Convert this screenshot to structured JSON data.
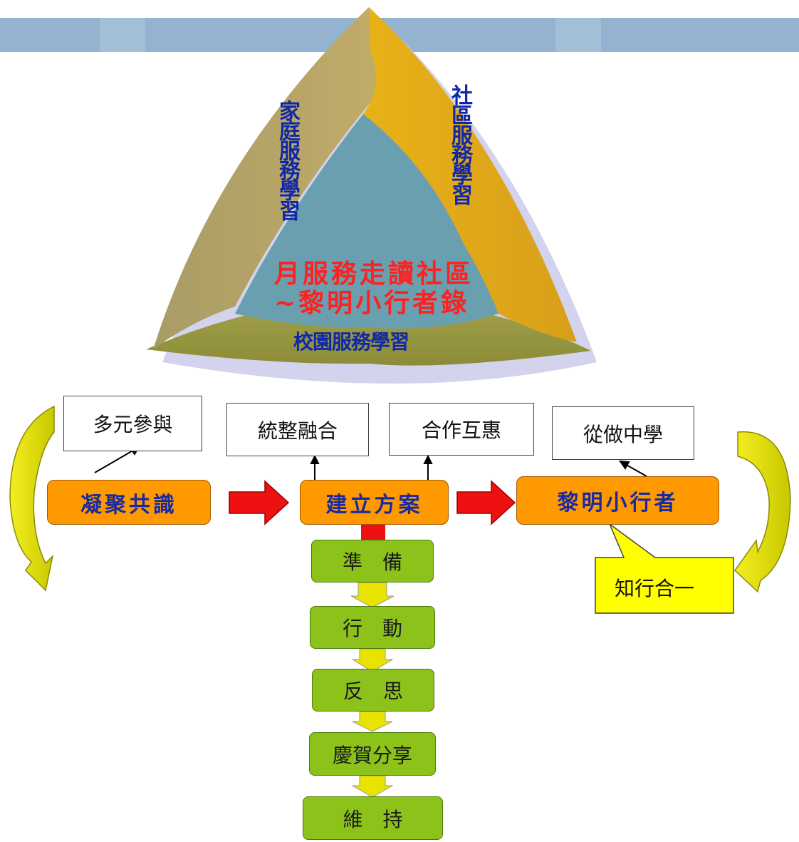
{
  "pyramid": {
    "left_face": "家庭服務學習",
    "right_face": "社區服務學習",
    "center_line1": "月服務走讀社區",
    "center_line2": "~黎明小行者錄",
    "base": "校園服務學習"
  },
  "labels": {
    "multi": "多元參與",
    "integrate": "統整融合",
    "cooperate": "合作互惠",
    "learn": "從做中學"
  },
  "stages": {
    "consensus": "凝聚共識",
    "plan": "建立方案",
    "walker": "黎明小行者"
  },
  "steps": [
    "準　備",
    "行　動",
    "反　思",
    "慶賀分享",
    "維　持"
  ],
  "callout": "知行合一",
  "colors": {
    "topbar": "#93b3d0",
    "stage_orange": "#ff9900",
    "step_green": "#8cc21a",
    "arrow_red": "#ee1111",
    "curve_yellow": "#e8e000",
    "pyramid_left": "#b5a466",
    "pyramid_right": "#e0a91a",
    "pyramid_center": "#6a9fb0"
  }
}
